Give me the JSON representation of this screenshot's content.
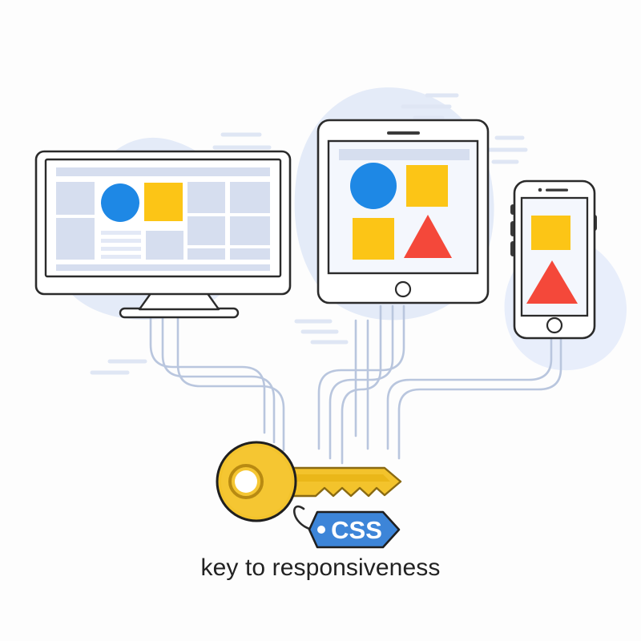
{
  "illustration": {
    "title": "responsive web design devices with CSS key",
    "caption": "key to responsiveness",
    "background_color": "#fdfdfd"
  },
  "palette": {
    "blue": "#1e88e5",
    "blue_dark": "#1a73e8",
    "yellow": "#fcc516",
    "yellow_key": "#f3c32c",
    "yellow_key_dark": "#e8a80f",
    "red": "#f4483a",
    "red_dark": "#e8392b",
    "outline": "#2b2b2b",
    "placeholder": "#d6deef",
    "placeholder_light": "#e3e9f6",
    "blob": "#e4ebf8",
    "cable": "#b9c6de",
    "screen_bg": "#f4f7fd",
    "tag_blue": "#3d85d8",
    "tag_blue_dark": "#2f6fc0"
  },
  "devices": [
    {
      "name": "desktop-monitor",
      "label": "Desktop monitor",
      "screen_elements": [
        {
          "type": "header-bar",
          "color": "#d6deef"
        },
        {
          "type": "sidebar-block",
          "color": "#d6deef"
        },
        {
          "type": "sidebar-block",
          "color": "#d6deef"
        },
        {
          "type": "circle",
          "color": "#1e88e5"
        },
        {
          "type": "square",
          "color": "#fcc516"
        },
        {
          "type": "text-line",
          "color": "#e3e9f6"
        },
        {
          "type": "text-line",
          "color": "#e3e9f6"
        },
        {
          "type": "text-line",
          "color": "#e3e9f6"
        },
        {
          "type": "text-line",
          "color": "#e3e9f6"
        },
        {
          "type": "content-block",
          "color": "#d6deef"
        },
        {
          "type": "grid-block",
          "color": "#d6deef"
        },
        {
          "type": "grid-block",
          "color": "#d6deef"
        },
        {
          "type": "grid-block",
          "color": "#d6deef"
        },
        {
          "type": "grid-block",
          "color": "#d6deef"
        },
        {
          "type": "grid-block",
          "color": "#d6deef"
        },
        {
          "type": "grid-block",
          "color": "#d6deef"
        },
        {
          "type": "footer-bar",
          "color": "#d6deef"
        }
      ]
    },
    {
      "name": "tablet",
      "label": "Tablet",
      "screen_elements": [
        {
          "type": "header-bar",
          "color": "#d6deef"
        },
        {
          "type": "circle",
          "color": "#1e88e5"
        },
        {
          "type": "square",
          "color": "#fcc516"
        },
        {
          "type": "square",
          "color": "#fcc516"
        },
        {
          "type": "triangle",
          "color": "#f4483a"
        }
      ]
    },
    {
      "name": "smartphone",
      "label": "Smartphone",
      "screen_elements": [
        {
          "type": "square",
          "color": "#fcc516"
        },
        {
          "type": "triangle",
          "color": "#f4483a"
        }
      ]
    }
  ],
  "key": {
    "name": "css-key",
    "label": "Key",
    "color": "#f3c32c",
    "teeth_count": 4
  },
  "tag": {
    "name": "css-tag",
    "text": "CSS",
    "color": "#3d85d8",
    "text_color": "#ffffff"
  },
  "cables": {
    "label": "connecting cables",
    "count": 9,
    "color": "#b9c6de"
  },
  "decor": {
    "blobs": 3,
    "dash_groups": 4,
    "dash_color": "#dfe6f4"
  }
}
